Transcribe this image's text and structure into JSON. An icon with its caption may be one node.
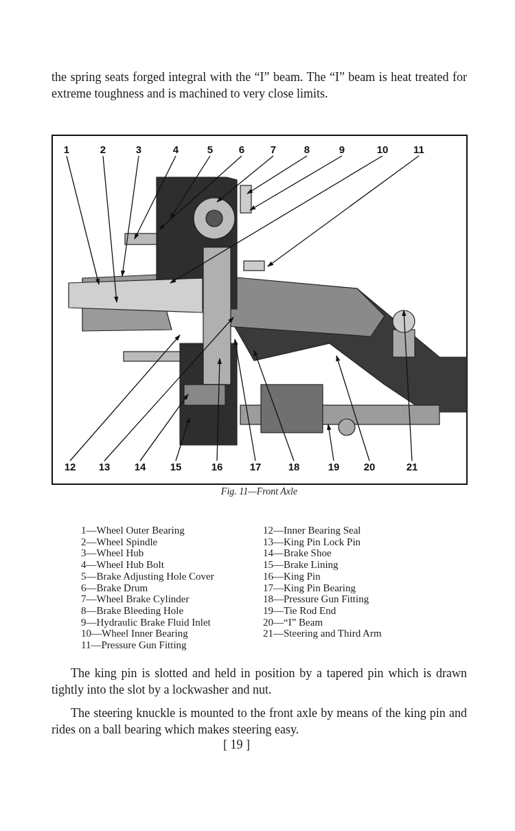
{
  "diagram": {
    "caption": "Fig. 11—Front Axle",
    "nodes": [
      {
        "text": [
          "1"
        ]
      },
      {
        "text": [
          "2"
        ]
      },
      {
        "text": [
          "3"
        ]
      },
      {
        "text": [
          "4"
        ]
      },
      {
        "text": [
          "5"
        ]
      },
      {
        "text": [
          "6"
        ]
      },
      {
        "text": [
          "7"
        ]
      },
      {
        "text": [
          "8"
        ]
      },
      {
        "text": [
          "9"
        ]
      },
      {
        "text": [
          "10"
        ]
      },
      {
        "text": [
          "11"
        ]
      },
      {
        "text": [
          "12"
        ]
      },
      {
        "text": [
          "13"
        ]
      },
      {
        "text": [
          "14"
        ]
      },
      {
        "text": [
          "15"
        ]
      },
      {
        "text": [
          "16"
        ]
      },
      {
        "text": [
          "17"
        ]
      },
      {
        "text": [
          "18"
        ]
      },
      {
        "text": [
          "19"
        ]
      },
      {
        "text": [
          "20"
        ]
      },
      {
        "text": [
          "21"
        ]
      }
    ],
    "edges": [
      {
        "from": 0,
        "to": null,
        "arrow": "to"
      },
      {
        "from": 1,
        "to": null,
        "arrow": "to"
      },
      {
        "from": 2,
        "to": null,
        "arrow": "to"
      },
      {
        "from": 3,
        "to": null,
        "arrow": "to"
      },
      {
        "from": 4,
        "to": null,
        "arrow": "to"
      },
      {
        "from": 5,
        "to": null,
        "arrow": "to"
      },
      {
        "from": 6,
        "to": null,
        "arrow": "to"
      },
      {
        "from": 7,
        "to": null,
        "arrow": "to"
      },
      {
        "from": 8,
        "to": null,
        "arrow": "to"
      },
      {
        "from": 9,
        "to": null,
        "arrow": "to"
      },
      {
        "from": 10,
        "to": null,
        "arrow": "to"
      },
      {
        "from": 11,
        "to": null,
        "arrow": "to"
      },
      {
        "from": 12,
        "to": null,
        "arrow": "to"
      },
      {
        "from": 13,
        "to": null,
        "arrow": "to"
      },
      {
        "from": 14,
        "to": null,
        "arrow": "to"
      },
      {
        "from": 15,
        "to": null,
        "arrow": "to"
      },
      {
        "from": 16,
        "to": null,
        "arrow": "to"
      },
      {
        "from": 17,
        "to": null,
        "arrow": "to"
      },
      {
        "from": 18,
        "to": null,
        "arrow": "to"
      },
      {
        "from": 19,
        "to": null,
        "arrow": "to"
      },
      {
        "from": 20,
        "to": null,
        "arrow": "to"
      }
    ],
    "labels": [
      "the spring seats forged integral with the “I” beam. The “I” beam is heat treated for extreme toughness and is machined to very close limits.",
      "1—Wheel Outer Bearing",
      "2—Wheel Spindle",
      "3—Wheel Hub",
      "4—Wheel Hub Bolt",
      "5—Brake Adjusting Hole Cover",
      "6—Brake Drum",
      "7—Wheel Brake Cylinder",
      "8—Brake Bleeding Hole",
      "9—Hydraulic Brake Fluid Inlet",
      "10—Wheel Inner Bearing",
      "11—Pressure Gun Fitting",
      "12—Inner Bearing Seal",
      "13—King Pin Lock Pin",
      "14—Brake Shoe",
      "15—Brake Lining",
      "16—King Pin",
      "17—King Pin Bearing",
      "18—Pressure Gun Fitting",
      "19—Tie Rod End",
      "20—“I” Beam",
      "21—Steering and Third Arm",
      "The king pin is slotted and held in position by a tapered pin which is drawn tightly into the slot by a lockwasher and nut.",
      "The steering knuckle is mounted to the front axle by means of the king pin and rides on a ball bearing which makes steering easy.",
      "[ 19 ]"
    ]
  }
}
